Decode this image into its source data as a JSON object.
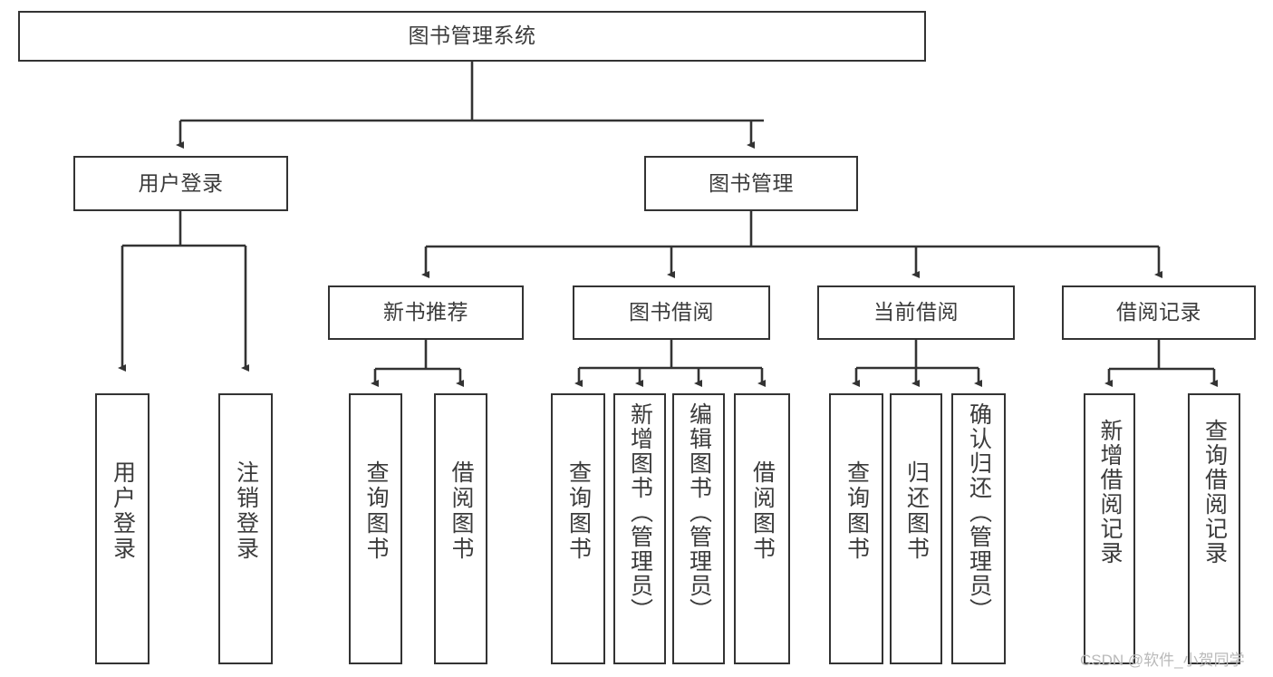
{
  "diagram": {
    "title": "图书管理系统",
    "type": "tree-hierarchy",
    "watermark": "CSDN @软件_小贺同学",
    "colors": {
      "background": "#ffffff",
      "border": "#333333",
      "text": "#3b3b3b",
      "connector": "#333333",
      "watermark": "#b9b9b9"
    }
  },
  "nodes": {
    "root": {
      "label": "图书管理系统",
      "level": 1
    },
    "level2": [
      {
        "id": "user-login",
        "label": "用户登录"
      },
      {
        "id": "book-manage",
        "label": "图书管理"
      }
    ],
    "level3": [
      {
        "id": "new-book-recommend",
        "label": "新书推荐",
        "parent": "book-manage"
      },
      {
        "id": "book-borrow",
        "label": "图书借阅",
        "parent": "book-manage"
      },
      {
        "id": "current-borrow",
        "label": "当前借阅",
        "parent": "book-manage"
      },
      {
        "id": "borrow-record",
        "label": "借阅记录",
        "parent": "book-manage"
      }
    ],
    "leaves": {
      "user-login": [
        {
          "id": "leaf-user-login",
          "label": "用户登录"
        },
        {
          "id": "leaf-logout",
          "label": "注销登录"
        }
      ],
      "new-book-recommend": [
        {
          "id": "leaf-query-book-1",
          "label": "查询图书"
        },
        {
          "id": "leaf-borrow-book-1",
          "label": "借阅图书"
        }
      ],
      "book-borrow": [
        {
          "id": "leaf-query-book-2",
          "label": "查询图书"
        },
        {
          "id": "leaf-add-book",
          "label": "新增图书（管理员）"
        },
        {
          "id": "leaf-edit-book",
          "label": "编辑图书（管理员）"
        },
        {
          "id": "leaf-borrow-book-2",
          "label": "借阅图书"
        }
      ],
      "current-borrow": [
        {
          "id": "leaf-query-book-3",
          "label": "查询图书"
        },
        {
          "id": "leaf-return-book",
          "label": "归还图书"
        },
        {
          "id": "leaf-confirm-return",
          "label": "确认归还（管理员）"
        }
      ],
      "borrow-record": [
        {
          "id": "leaf-add-record",
          "label": "新增借阅记录"
        },
        {
          "id": "leaf-query-record",
          "label": "查询借阅记录"
        }
      ]
    }
  }
}
